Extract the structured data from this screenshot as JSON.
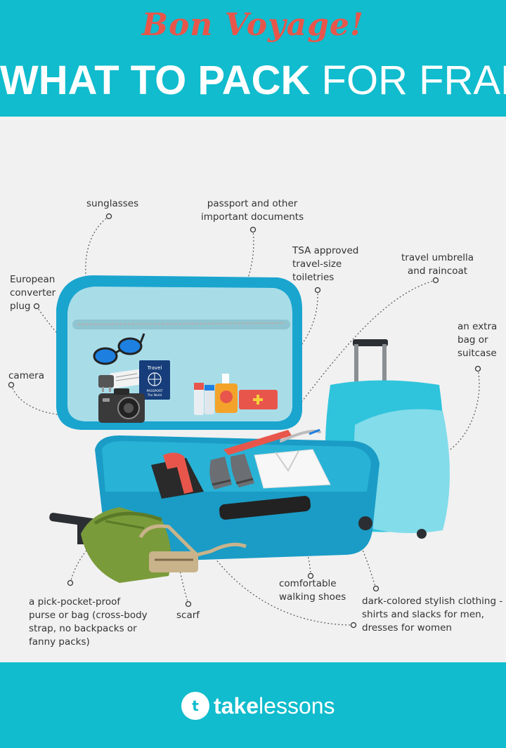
{
  "header": {
    "script_title": "Bon Voyage!",
    "title_bold": "WHAT TO PACK",
    "title_light": "FOR FRANCE"
  },
  "labels": {
    "sunglasses": "sunglasses",
    "passport_1": "passport and other",
    "passport_2": "important documents",
    "toiletries_1": "TSA approved",
    "toiletries_2": "travel-size",
    "toiletries_3": "toiletries",
    "umbrella_1": "travel umbrella",
    "umbrella_2": "and raincoat",
    "converter_1": "European",
    "converter_2": "converter",
    "converter_3": "plug",
    "extra_bag_1": "an extra",
    "extra_bag_2": "bag or",
    "extra_bag_3": "suitcase",
    "camera": "camera",
    "purse_1": "a pick-pocket-proof",
    "purse_2": "purse or bag (cross-body",
    "purse_3": "strap, no backpacks or",
    "purse_4": "fanny packs)",
    "scarf": "scarf",
    "shoes_1": "comfortable",
    "shoes_2": "walking shoes",
    "clothing_1": "dark-colored stylish clothing -",
    "clothing_2": "shirts and slacks for men,",
    "clothing_3": "dresses for women"
  },
  "passport_cover": {
    "line1": "Travel",
    "line2": "PASSPORT",
    "line3": "The World"
  },
  "footer": {
    "logo_take": "take",
    "logo_lessons": "lessons"
  },
  "colors": {
    "brand_teal": "#10bccd",
    "accent_red": "#e8564b",
    "background": "#f1f1f1",
    "suitcase_blue": "#1a9cc6"
  }
}
